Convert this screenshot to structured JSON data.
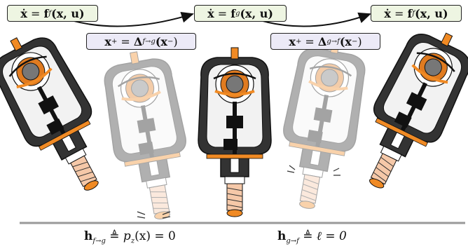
{
  "flight_dynamics": {
    "lhs": "ẋ",
    "rhs_fn": "f",
    "subscript": "f",
    "args": "(x, u)"
  },
  "stance_dynamics": {
    "lhs": "ẋ",
    "rhs_fn": "f",
    "subscript": "g",
    "args": "(x, u)"
  },
  "flight_dynamics_2": {
    "lhs": "ẋ",
    "rhs_fn": "f",
    "subscript": "f",
    "args": "(x, u)"
  },
  "reset_f_to_g": {
    "lhs": "x",
    "sup": "+",
    "op": "Δ",
    "subscript": "f→g",
    "args": "(x",
    "arg_sup": "−",
    "close": ")"
  },
  "reset_g_to_f": {
    "lhs": "x",
    "sup": "+",
    "op": "Δ",
    "subscript": "g→f",
    "args": "(x",
    "arg_sup": "−",
    "close": ")"
  },
  "guard_f_to_g": {
    "fn": "h",
    "subscript": "f→g",
    "rel": "≜",
    "rhs": "p",
    "rhs_sub": "z",
    "rhs_args": "(x) = 0"
  },
  "guard_g_to_f": {
    "fn": "h",
    "subscript": "g→f",
    "rel": "≜",
    "rhs": "ℓ = 0"
  },
  "colors": {
    "frame": "#2e2e2e",
    "accent": "#f08a24",
    "dynamics_box": "#eef5e2",
    "reset_box": "#eceaf7",
    "ground": "#999999"
  }
}
